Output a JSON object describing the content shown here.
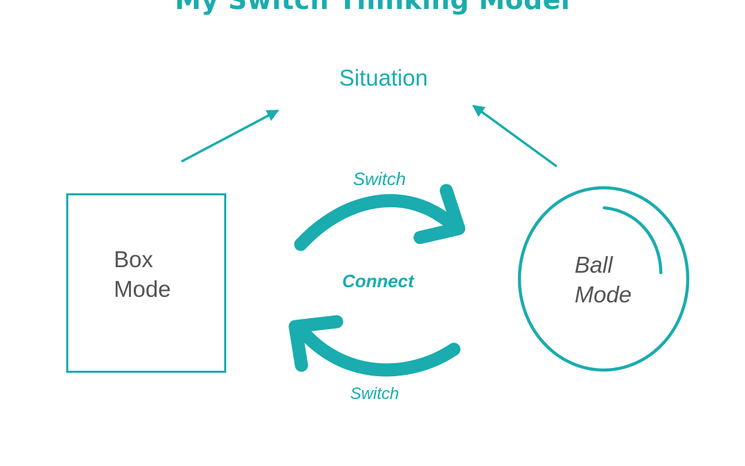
{
  "title": "My Switch Thinking Model",
  "situation_label": "Situation",
  "box_mode": {
    "line1": "Box",
    "line2": "Mode"
  },
  "ball_mode": {
    "line1": "Ball",
    "line2": "Mode"
  },
  "switch_top_label": "Switch",
  "switch_bottom_label": "Switch",
  "connect_label": "Connect",
  "colors": {
    "accent": "#1aacae",
    "text": "#545454",
    "background": "#ffffff"
  }
}
